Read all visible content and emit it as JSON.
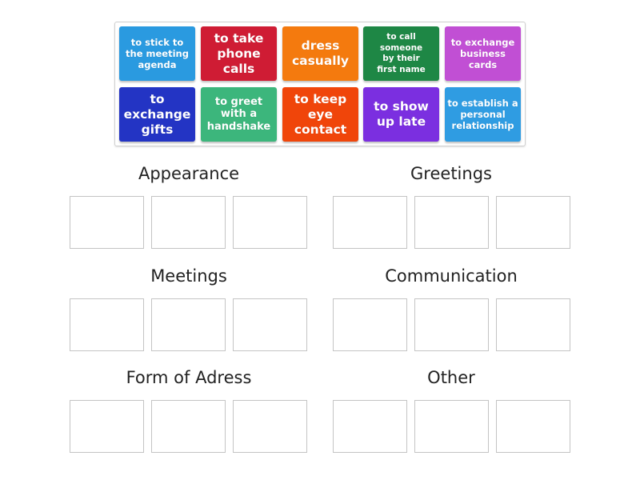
{
  "tiles": [
    {
      "label": "to stick to the meeting agenda",
      "color": "#2a9ae0"
    },
    {
      "label": "to take phone calls",
      "color": "#cf1c34"
    },
    {
      "label": "dress casually",
      "color": "#f47a0e"
    },
    {
      "label": "to call someone by their first name",
      "color": "#1e8745"
    },
    {
      "label": "to exchange business cards",
      "color": "#c14fd4"
    },
    {
      "label": "to exchange gifts",
      "color": "#2334c4"
    },
    {
      "label": "to greet with a handshake",
      "color": "#3cb67c"
    },
    {
      "label": "to keep eye contact",
      "color": "#f0450a"
    },
    {
      "label": "to show up late",
      "color": "#7b2fe0"
    },
    {
      "label": "to establish a personal relationship",
      "color": "#2f9ce2"
    }
  ],
  "groups": [
    {
      "title": "Appearance",
      "slots": 3
    },
    {
      "title": "Greetings",
      "slots": 3
    },
    {
      "title": "Meetings",
      "slots": 3
    },
    {
      "title": "Communication",
      "slots": 3
    },
    {
      "title": "Form of Adress",
      "slots": 3
    },
    {
      "title": "Other",
      "slots": 3
    }
  ]
}
